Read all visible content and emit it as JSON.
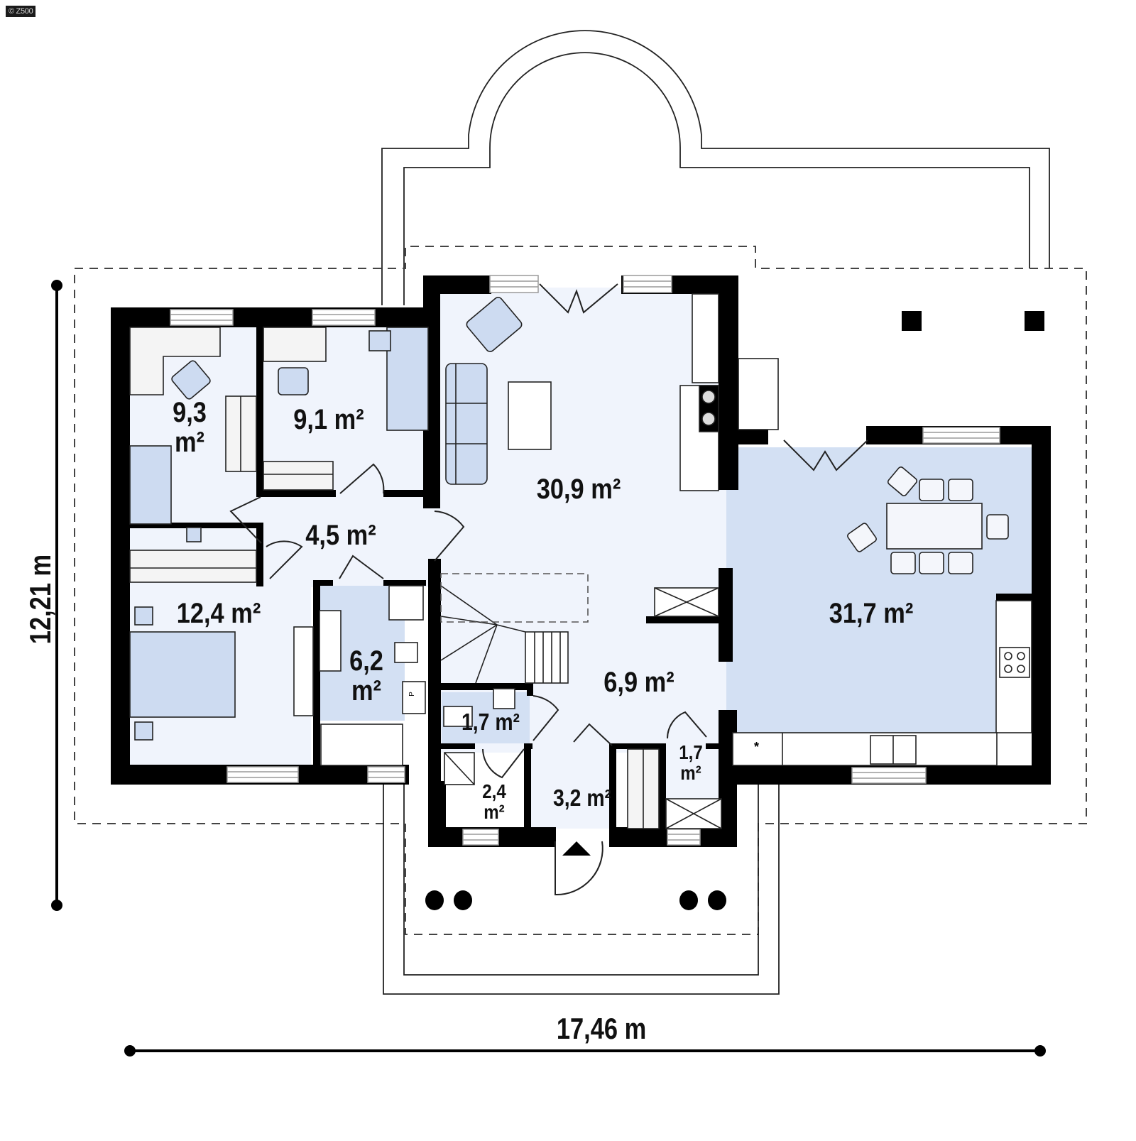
{
  "watermark": "© Z500",
  "dimensions": {
    "width": "17,46 m",
    "height": "12,21 m"
  },
  "colors": {
    "wall": "#000000",
    "room_light": "#f0f4fc",
    "room_blue": "#d3e0f3",
    "furniture_blue": "#cddbf1",
    "line": "#222222",
    "window_gray": "#9a9a9a"
  },
  "rooms": [
    {
      "id": "bedroom-1",
      "area": "9,3",
      "unit": "m²"
    },
    {
      "id": "bedroom-2",
      "area": "9,1",
      "unit": "m²"
    },
    {
      "id": "living-room",
      "area": "30,9",
      "unit": "m²"
    },
    {
      "id": "hall",
      "area": "4,5",
      "unit": "m²"
    },
    {
      "id": "master-bedroom",
      "area": "12,4",
      "unit": "m²"
    },
    {
      "id": "bathroom",
      "area": "6,2",
      "unit": "m²"
    },
    {
      "id": "wc",
      "area": "1,7",
      "unit": "m²"
    },
    {
      "id": "staircase-hall",
      "area": "6,9",
      "unit": "m²"
    },
    {
      "id": "kitchen-dining",
      "area": "31,7",
      "unit": "m²"
    },
    {
      "id": "utility",
      "area": "2,4",
      "unit": "m²"
    },
    {
      "id": "entry-vestibule",
      "area": "3,2",
      "unit": "m²"
    },
    {
      "id": "boiler-room",
      "area": "1,7",
      "unit": "m²"
    }
  ],
  "fixtures": {
    "kitchen_marker": "*",
    "pump_label": "P"
  }
}
